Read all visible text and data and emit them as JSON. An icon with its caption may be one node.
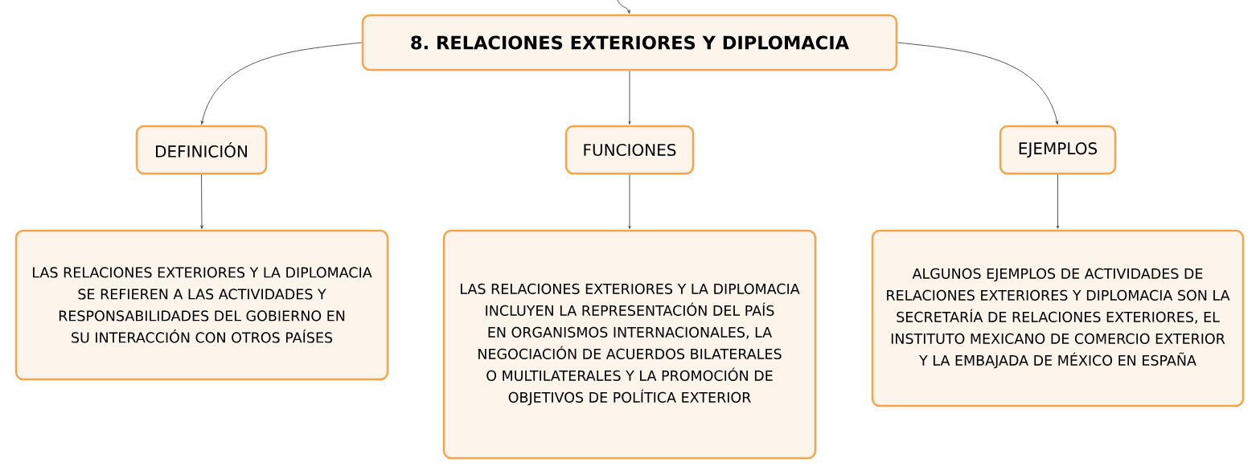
{
  "diagram": {
    "nodes": [
      {
        "text": [
          "8. RELACIONES EXTERIORES Y DIPLOMACIA"
        ]
      },
      {
        "text": [
          "DEFINICIÓN"
        ]
      },
      {
        "text": [
          "FUNCIONES"
        ]
      },
      {
        "text": [
          "EJEMPLOS"
        ]
      },
      {
        "text": [
          "LAS RELACIONES EXTERIORES Y LA DIPLOMACIA SE REFIEREN A LAS ACTIVIDADES Y RESPONSABILIDADES DEL GOBIERNO EN SU INTERACCIÓN CON OTROS PAÍSES"
        ]
      },
      {
        "text": [
          "LAS RELACIONES EXTERIORES Y LA DIPLOMACIA INCLUYEN LA REPRESENTACIÓN DEL PAÍS EN ORGANISMOS INTERNACIONALES, LA NEGOCIACIÓN DE ACUERDOS BILATERALES O MULTILATERALES Y LA PROMOCIÓN DE OBJETIVOS DE POLÍTICA EXTERIOR"
        ]
      },
      {
        "text": [
          "ALGUNOS EJEMPLOS DE ACTIVIDADES DE RELACIONES EXTERIORES Y DIPLOMACIA SON LA SECRETARÍA DE RELACIONES EXTERIORES, EL INSTITUTO MEXICANO DE COMERCIO EXTERIOR Y LA EMBAJADA DE MÉXICO EN ESPAÑA"
        ]
      }
    ],
    "edges": [
      {
        "from": null,
        "to": 0,
        "arrow": "to"
      },
      {
        "from": 0,
        "to": 1,
        "arrow": "to"
      },
      {
        "from": 0,
        "to": 2,
        "arrow": "to"
      },
      {
        "from": 0,
        "to": 3,
        "arrow": "to"
      },
      {
        "from": 1,
        "to": 4,
        "arrow": "to"
      },
      {
        "from": 2,
        "to": 5,
        "arrow": "to"
      },
      {
        "from": 3,
        "to": 6,
        "arrow": "to"
      }
    ]
  }
}
